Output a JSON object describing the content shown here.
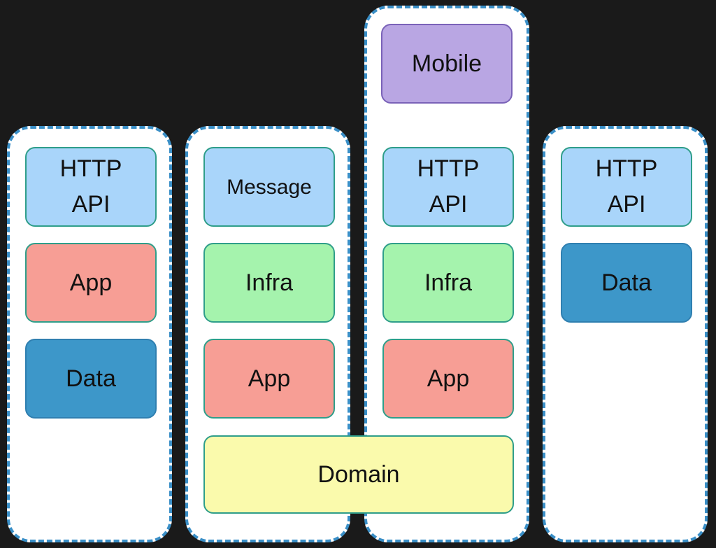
{
  "columns": [
    {
      "blocks": [
        "HTTP\nAPI",
        "App",
        "Data"
      ]
    },
    {
      "blocks": [
        "Message",
        "Infra",
        "App"
      ]
    },
    {
      "blocks": [
        "Mobile",
        "HTTP\nAPI",
        "Infra",
        "App"
      ]
    },
    {
      "blocks": [
        "HTTP\nAPI",
        "Data"
      ]
    }
  ],
  "shared": {
    "domain": "Domain"
  },
  "colors": {
    "background": "#1a1a1a",
    "dashed_border": "#3a8fc7",
    "http_api": "#a9d5fa",
    "app": "#f79e95",
    "data": "#3d97c9",
    "infra": "#a5f3ad",
    "domain": "#fafaac",
    "mobile": "#b9a6e3"
  }
}
